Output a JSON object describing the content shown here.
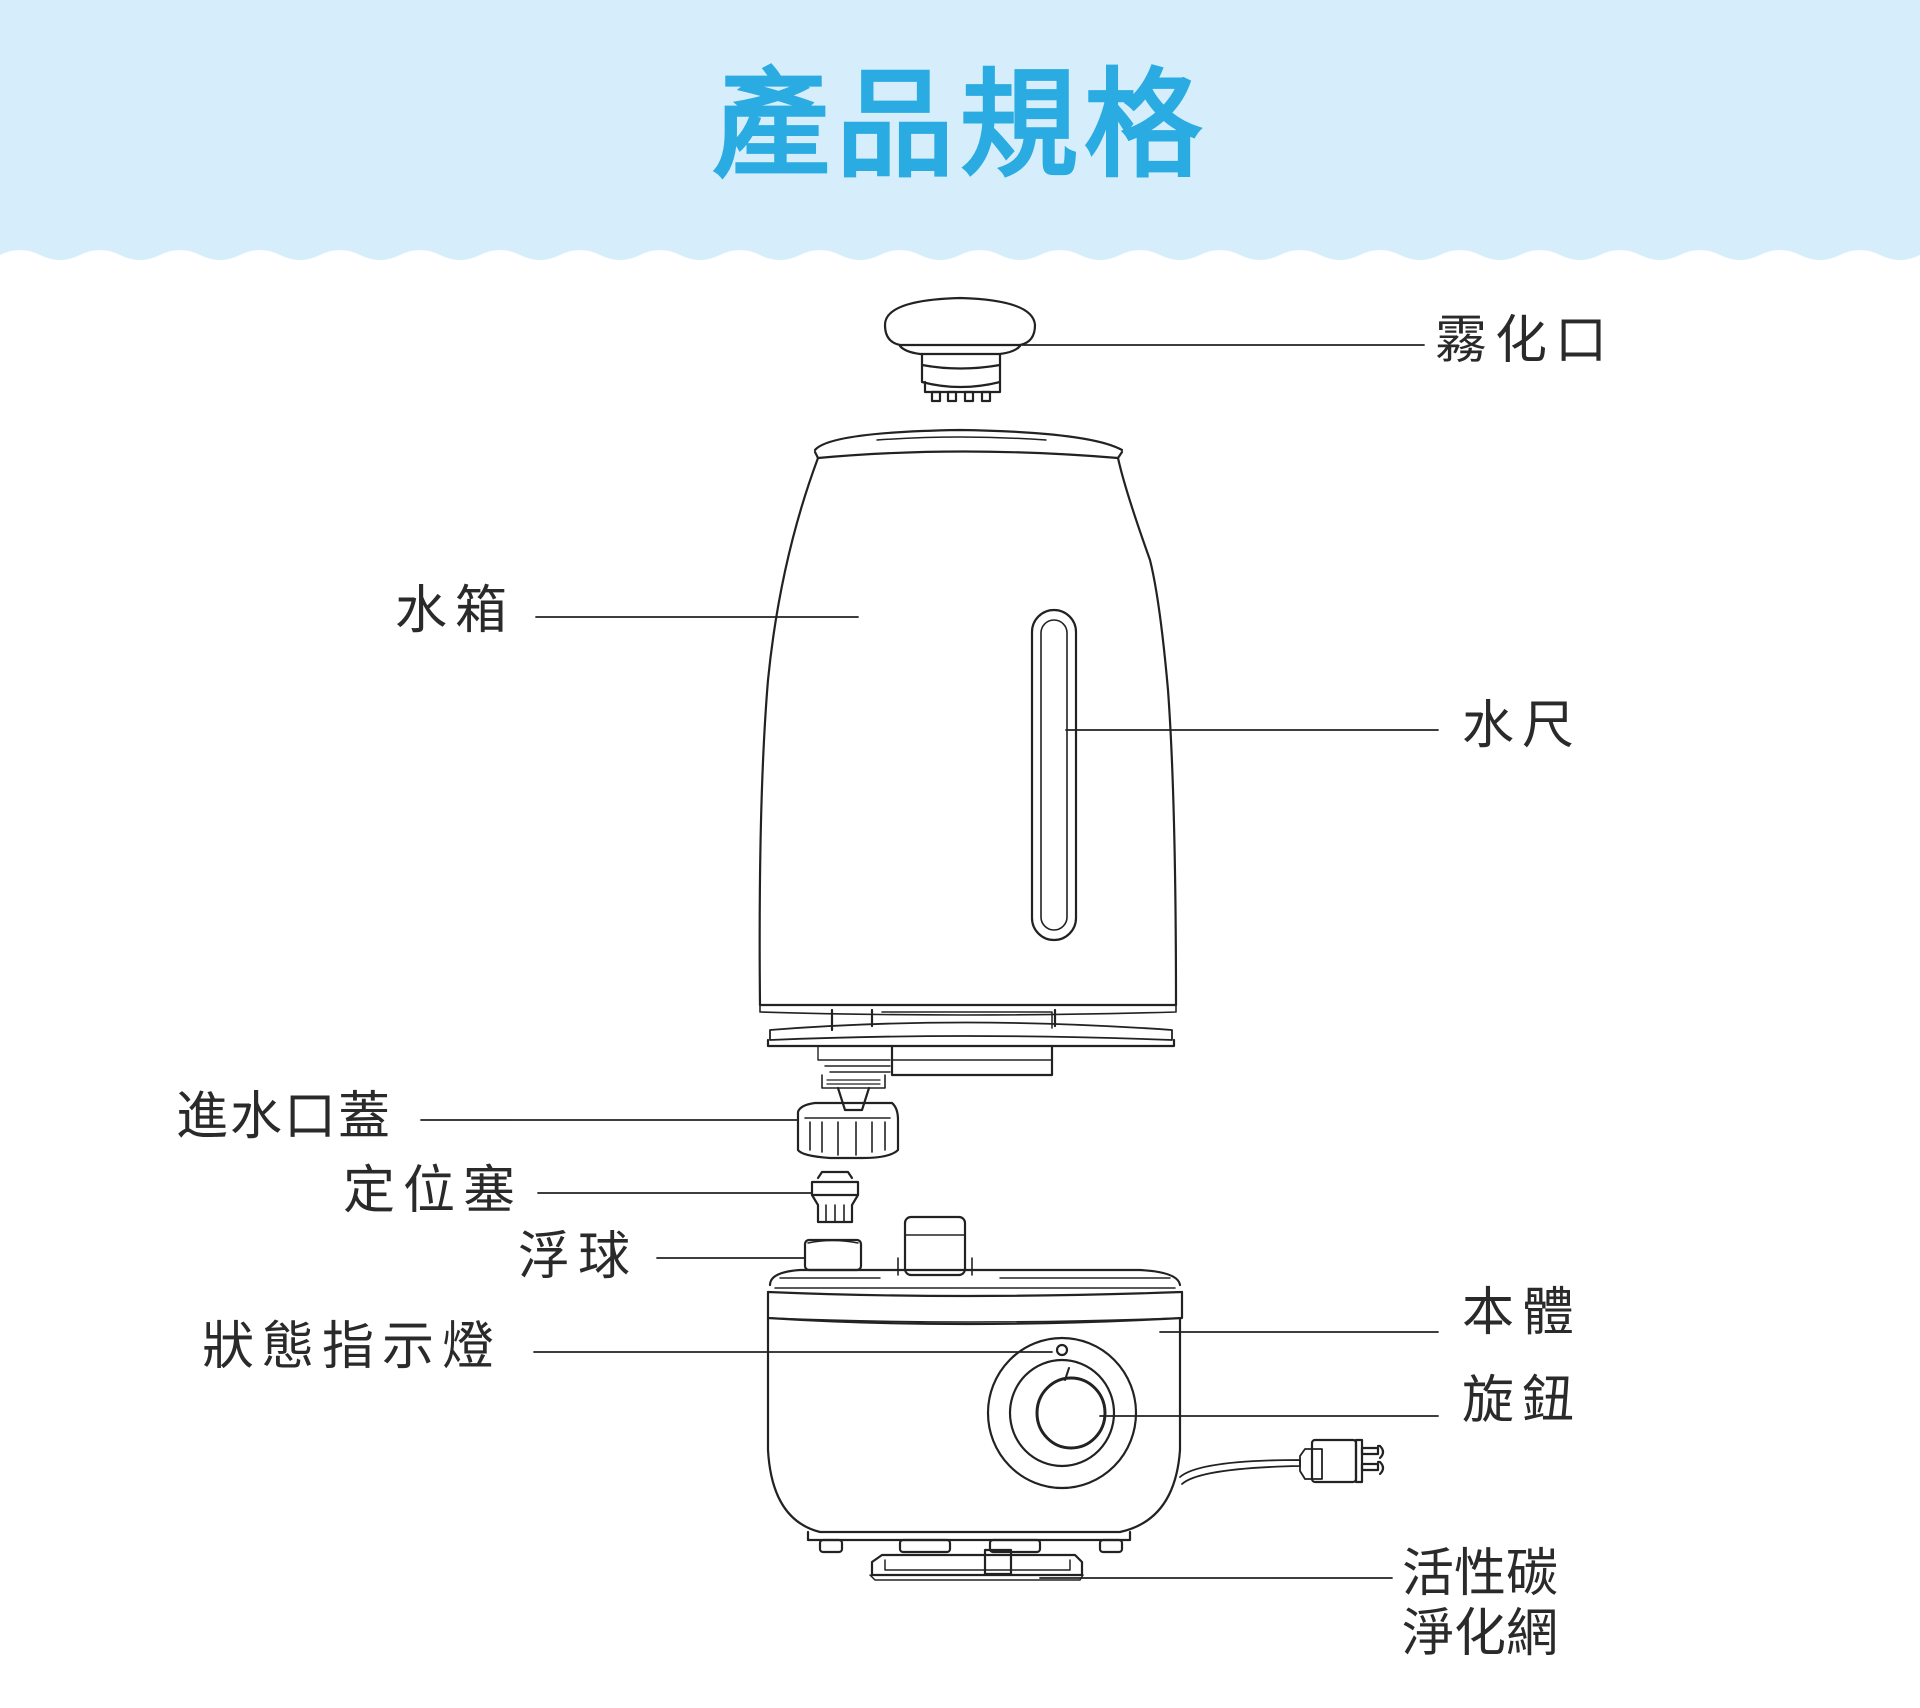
{
  "title": "產品規格",
  "colors": {
    "header_background": "#d6eefb",
    "title": "#2aace2",
    "line": "#222222",
    "label_text": "#2a2a2a"
  },
  "labels": {
    "mist_outlet": "霧化口",
    "water_tank": "水箱",
    "water_gauge": "水尺",
    "inlet_cap": "進水口蓋",
    "locating_plug": "定位塞",
    "float_ball": "浮球",
    "status_light": "狀態指示燈",
    "main_body": "本體",
    "knob": "旋鈕",
    "carbon_filter_line1": "活性碳",
    "carbon_filter_line2": "淨化網"
  }
}
